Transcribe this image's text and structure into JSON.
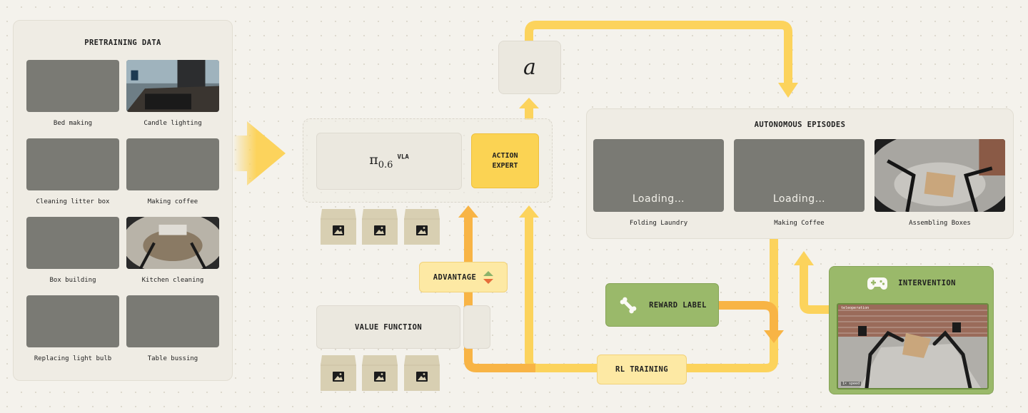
{
  "pretraining": {
    "title": "PRETRAINING DATA",
    "items": [
      {
        "label": "Bed making",
        "photo": false
      },
      {
        "label": "Candle lighting",
        "photo": true
      },
      {
        "label": "Cleaning litter box",
        "photo": false
      },
      {
        "label": "Making coffee",
        "photo": false
      },
      {
        "label": "Box building",
        "photo": false
      },
      {
        "label": "Kitchen cleaning",
        "photo": true
      },
      {
        "label": "Replacing light bulb",
        "photo": false
      },
      {
        "label": "Table bussing",
        "photo": false
      }
    ]
  },
  "model": {
    "pi_symbol": "π",
    "pi_sub": "0.6",
    "pi_sup": "VLA",
    "action_expert_line1": "ACTION",
    "action_expert_line2": "EXPERT",
    "action_symbol": "a"
  },
  "value_function_label": "VALUE FUNCTION",
  "advantage_label": "ADVANTAGE",
  "reward_label": "REWARD LABEL",
  "rl_training_label": "RL TRAINING",
  "autonomous": {
    "title": "AUTONOMOUS EPISODES",
    "episodes": [
      {
        "label": "Folding Laundry",
        "status": "Loading…"
      },
      {
        "label": "Making Coffee",
        "status": "Loading…"
      },
      {
        "label": "Assembling Boxes",
        "status": ""
      }
    ]
  },
  "intervention": {
    "title": "INTERVENTION",
    "overlay_top": "teleoperation",
    "overlay_bottom": "1× speed"
  },
  "colors": {
    "arrow_yellow": "#fcd35c",
    "arrow_orange": "#f8b445",
    "expert_yellow": "#fbd353",
    "green": "#9ab96a"
  }
}
